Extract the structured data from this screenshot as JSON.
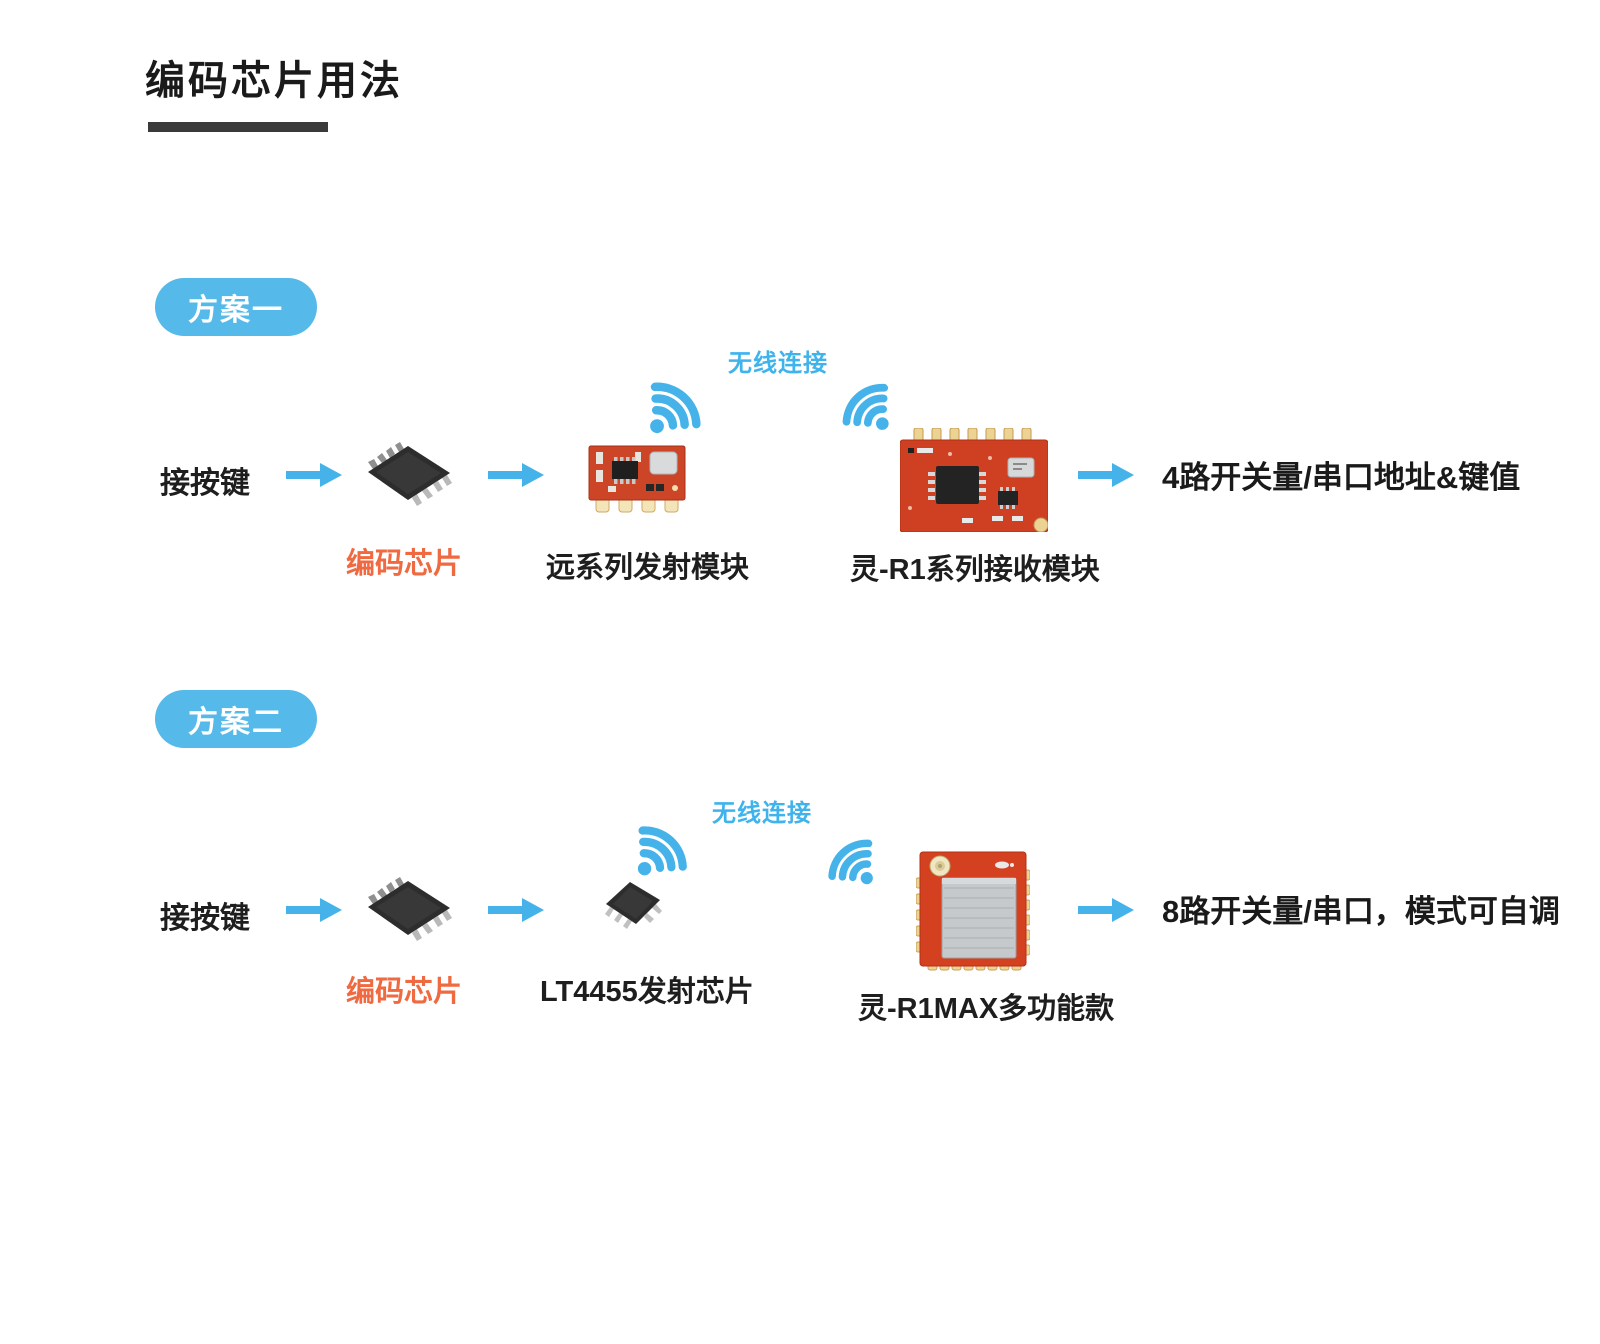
{
  "page": {
    "title": "编码芯片用法"
  },
  "colors": {
    "accent_blue": "#45b3e9",
    "badge_blue": "#55b9ea",
    "wireless_text_blue": "#3fb3ec",
    "accent_orange": "#f06a41",
    "text_dark": "#1e1e1e",
    "pcb_red": "#cf3f22",
    "gold_pin": "#ecd394"
  },
  "scheme1": {
    "badge_label": "方案一",
    "input_label": "接按键",
    "chip_caption": "编码芯片",
    "tx_caption": "远系列发射模块",
    "wireless_label": "无线连接",
    "rx_caption": "灵-R1系列接收模块",
    "output_label": "4路开关量/串口地址&键值"
  },
  "scheme2": {
    "badge_label": "方案二",
    "input_label": "接按键",
    "chip_caption": "编码芯片",
    "tx_caption": "LT4455发射芯片",
    "wireless_label": "无线连接",
    "rx_caption": "灵-R1MAX多功能款",
    "output_label": "8路开关量/串口，模式可自调"
  },
  "icons": {
    "arrow": "right-arrow-icon",
    "wifi": "wifi-signal-icon",
    "chip": "sop8-chip-icon",
    "sot_chip": "sot23-chip-icon",
    "tx_module": "transmitter-module-image",
    "rx_module": "receiver-module-image",
    "r1max_module": "r1max-module-image"
  }
}
